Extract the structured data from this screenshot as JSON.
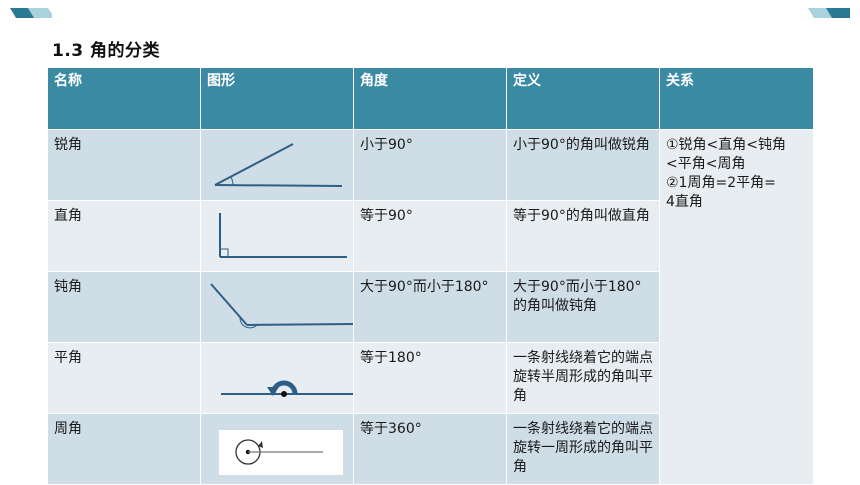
{
  "title": "1.3  角的分类",
  "headers": [
    "名称",
    "图形",
    "角度",
    "定义",
    "关系"
  ],
  "rows": [
    {
      "name": "锐角",
      "figure": "acute-angle",
      "degree": "小于90°",
      "definition": "小于90°的角叫做锐角"
    },
    {
      "name": "直角",
      "figure": "right-angle",
      "degree": "等于90°",
      "definition": "等于90°的角叫做直角"
    },
    {
      "name": "钝角",
      "figure": "obtuse-angle",
      "degree": "大于90°而小于180°",
      "definition": "大于90°而小于180°的角叫做钝角"
    },
    {
      "name": "平角",
      "figure": "straight-angle",
      "degree": "等于180°",
      "definition": "一条射线绕着它的端点旋转半周形成的角叫平角"
    },
    {
      "name": "周角",
      "figure": "round-angle",
      "degree": "等于360°",
      "definition": "一条射线绕着它的端点旋转一周形成的角叫平角"
    }
  ],
  "relation": {
    "line1": "①锐角<直角<钝角",
    "line2": "<平角<周角",
    "line3": "②1周角=2平角=",
    "line4": "4直角"
  },
  "colors": {
    "header": "#3a8aa4",
    "row_dark": "#cfdde6",
    "row_light": "#e8edf1",
    "line": "#2d5f86"
  }
}
